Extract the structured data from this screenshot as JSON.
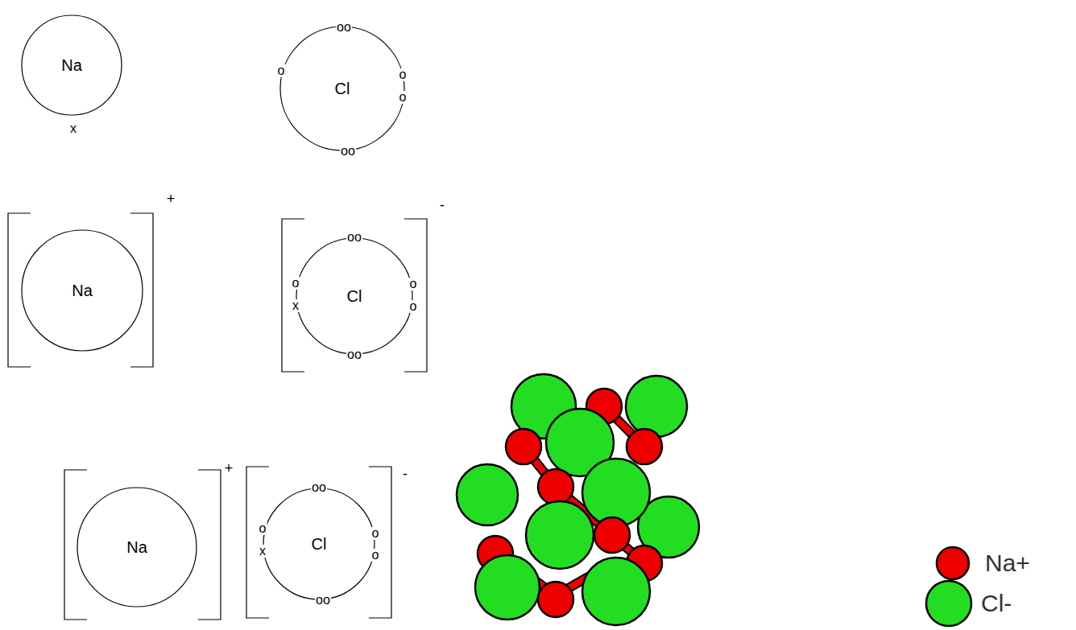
{
  "diagram": {
    "nodes": [
      {
        "text": [
          "Na"
        ]
      },
      {
        "text": [
          "Cl"
        ]
      },
      {
        "text": [
          "Na"
        ]
      },
      {
        "text": [
          "Cl"
        ]
      },
      {
        "text": [
          "Na"
        ]
      },
      {
        "text": [
          "Cl"
        ]
      }
    ],
    "labels": [
      "x",
      "oo",
      "o",
      "o",
      "o",
      "oo",
      "+",
      "oo",
      "o",
      "x",
      "o",
      "o",
      "oo",
      "-",
      "+",
      "oo",
      "o",
      "x",
      "o",
      "o",
      "oo",
      "-"
    ],
    "legend": [
      {
        "text": "Na+",
        "color": "#ee0000"
      },
      {
        "text": "Cl-",
        "color": "#22dd22"
      }
    ]
  }
}
